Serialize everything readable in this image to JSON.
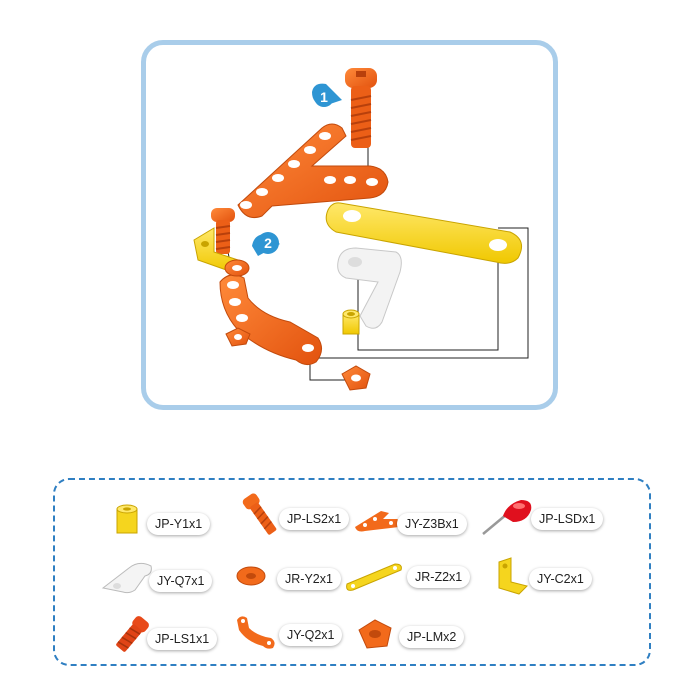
{
  "steps": [
    "1",
    "2"
  ],
  "parts": [
    {
      "code": "JP-Y1x1",
      "icon": "yellow-spacer-icon"
    },
    {
      "code": "JP-LS2x1",
      "icon": "orange-screw-icon"
    },
    {
      "code": "JY-Z3Bx1",
      "icon": "orange-t-bar-icon"
    },
    {
      "code": "JP-LSDx1",
      "icon": "red-screwdriver-icon"
    },
    {
      "code": "JY-Q7x1",
      "icon": "white-bracket-icon"
    },
    {
      "code": "JR-Y2x1",
      "icon": "orange-washer-icon"
    },
    {
      "code": "JR-Z2x1",
      "icon": "yellow-bar-icon"
    },
    {
      "code": "JY-C2x1",
      "icon": "yellow-angle-icon"
    },
    {
      "code": "JP-LS1x1",
      "icon": "red-short-screw-icon"
    },
    {
      "code": "JY-Q2x1",
      "icon": "orange-curved-bar-icon"
    },
    {
      "code": "JP-LMx2",
      "icon": "orange-nut-icon"
    }
  ],
  "colors": {
    "orange": "#f26a1b",
    "yellow": "#f5d51e",
    "frame": "#a9cdea",
    "dashed": "#2f7fc2",
    "badge": "#2e95d3"
  }
}
